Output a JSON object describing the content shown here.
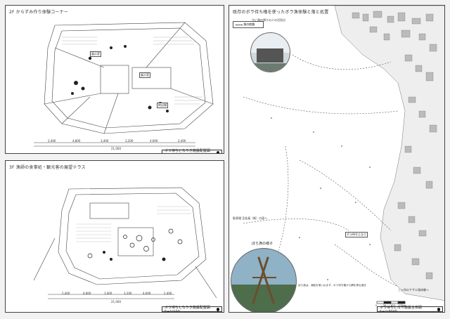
{
  "sheets": {
    "plan2f": {
      "title": "2F からずみ作り体験コーナー",
      "titleblock": "ボラ待ちとなりき施設配置図 S=1/100",
      "dims": [
        "2,400",
        "4,800",
        "3,400",
        "3,200",
        "4,600",
        "2,400",
        "21,000"
      ],
      "boxes": [
        "地出場",
        "展示室",
        "展示室"
      ]
    },
    "plan3f": {
      "title": "3F 漁師の食事処・観光客の展望テラス",
      "titleblock": "ボラ待ちとなりき施設配置図 S=1/100",
      "dims": [
        "2,400",
        "4,800",
        "3,400",
        "3,200",
        "4,600",
        "2,400",
        "21,000"
      ]
    },
    "site": {
      "title": "既存のボラ待ち櫓を使ったボラ漁体験と落と処置",
      "legend": "漁の航路",
      "top_note": "主に漁の帰りの人の活用点",
      "arrows": [
        "駐車場 至松島（駅）方面へ",
        "三ヶ所のサザエ漁体験へ"
      ],
      "photo_caption": "ぼら漁の様子",
      "photo_note": "ぼら漁は、漁船を使い込まず、ボラ待ち櫓から網を張る漁法",
      "place_label": "ボラ待ちとなり",
      "titleblock": "ボラ待ちとなり施設全体図 S=1/3000",
      "scale": [
        "0",
        "50",
        "100",
        "150m"
      ]
    }
  },
  "colors": {
    "line": "#444444",
    "sea": "#fbfbfb",
    "land": "#f0f0f0",
    "accent": "#2a55aa"
  }
}
